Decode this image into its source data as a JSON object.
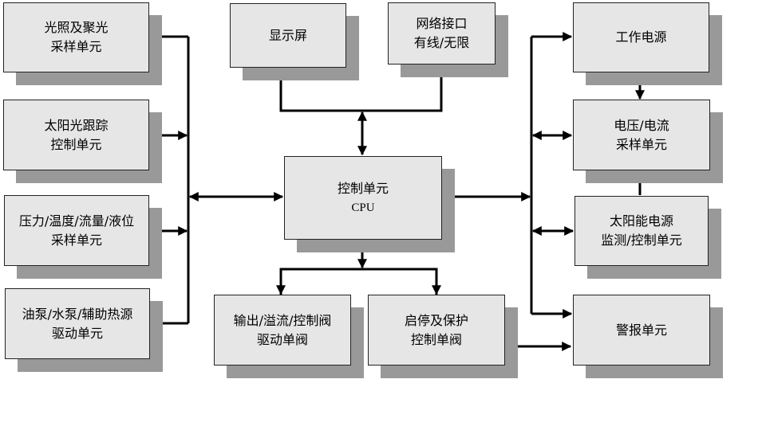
{
  "blocks": {
    "light": {
      "lines": [
        "光照及聚光",
        "采样单元"
      ]
    },
    "tracking": {
      "lines": [
        "太阳光跟踪",
        "控制单元"
      ]
    },
    "sensors": {
      "lines": [
        "压力/温度/流量/液位",
        "采样单元"
      ]
    },
    "pumps": {
      "lines": [
        "油泵/水泵/辅助热源",
        "驱动单元"
      ]
    },
    "display": {
      "lines": [
        "显示屏"
      ]
    },
    "network": {
      "lines": [
        "网络接口",
        "有线/无限"
      ]
    },
    "control": {
      "lines": [
        "控制单元",
        "CPU"
      ]
    },
    "output": {
      "lines": [
        "输出/溢流/控制阀",
        "驱动单阀"
      ]
    },
    "startstop": {
      "lines": [
        "启停及保护",
        "控制单阀"
      ]
    },
    "power": {
      "lines": [
        "工作电源"
      ]
    },
    "vi": {
      "lines": [
        "电压/电流",
        "采样单元"
      ]
    },
    "solar": {
      "lines": [
        "太阳能电源",
        "监测/控制单元"
      ]
    },
    "alarm": {
      "lines": [
        "警报单元"
      ]
    }
  },
  "colors": {
    "box_fill": "#e6e6e6",
    "shadow": "#999999",
    "line": "#000000"
  }
}
